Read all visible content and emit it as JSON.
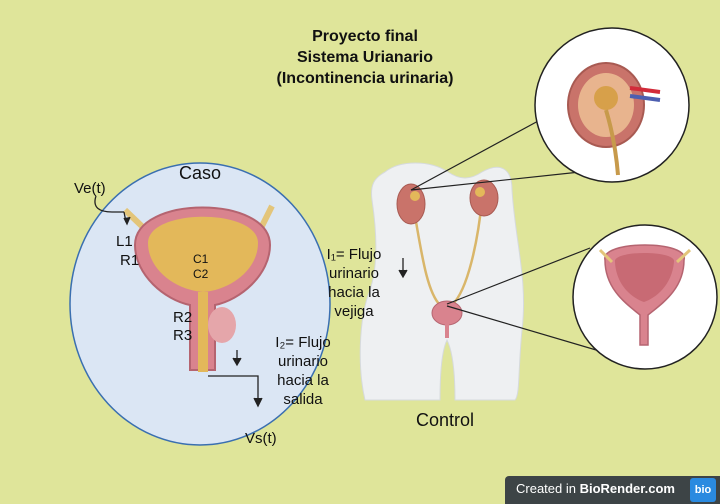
{
  "title": {
    "line1": "Proyecto final",
    "line2": "Sistema Urianario",
    "line3": "(Incontinencia urinaria)"
  },
  "caso": {
    "label": "Caso",
    "ve": "Ve(t)",
    "vs": "Vs(t)",
    "l1": "L1",
    "r1": "R1",
    "c1": "C1",
    "c2": "C2",
    "r2": "R2",
    "r3": "R3",
    "i2_line1": "I₂= Flujo",
    "i2_line2": "urinario",
    "i2_line3": "hacia la",
    "i2_line4": "salida"
  },
  "control": {
    "label": "Control",
    "i1_line1": "I₁= Flujo",
    "i1_line2": "urinario",
    "i1_line3": "hacia la",
    "i1_line4": "vejiga"
  },
  "badge": {
    "prefix": "Created in ",
    "brand": "BioRender.com",
    "logo": "bio"
  },
  "colors": {
    "background": "#dfe59a",
    "circle_fill": "#dbe6f4",
    "bladder_wall": "#d9838e",
    "urine": "#e3b85a",
    "kidney": "#c9736a"
  }
}
